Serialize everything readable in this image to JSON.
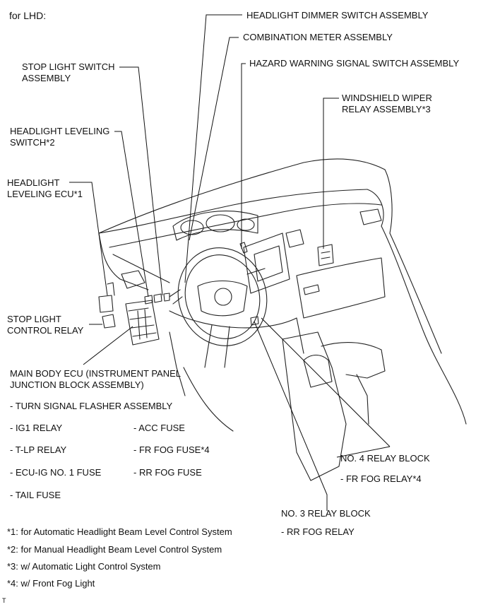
{
  "header": {
    "variant": "for LHD:"
  },
  "callouts": {
    "headlight_dimmer": "HEADLIGHT DIMMER SWITCH ASSEMBLY",
    "combination_meter": "COMBINATION METER ASSEMBLY",
    "hazard_switch": "HAZARD WARNING SIGNAL SWITCH ASSEMBLY",
    "stop_light_switch_1": "STOP LIGHT SWITCH",
    "stop_light_switch_2": "ASSEMBLY",
    "wiper_relay_1": "WINDSHIELD WIPER",
    "wiper_relay_2": "RELAY ASSEMBLY*3",
    "leveling_switch_1": "HEADLIGHT LEVELING",
    "leveling_switch_2": "SWITCH*2",
    "leveling_ecu_1": "HEADLIGHT",
    "leveling_ecu_2": "LEVELING ECU*1",
    "stop_light_relay_1": "STOP LIGHT",
    "stop_light_relay_2": "CONTROL RELAY",
    "main_body_ecu_1": "MAIN BODY ECU (INSTRUMENT PANEL",
    "main_body_ecu_2": "JUNCTION BLOCK ASSEMBLY)",
    "no4_relay_block": "NO. 4 RELAY BLOCK",
    "no3_relay_block": "NO. 3 RELAY BLOCK"
  },
  "main_body_items": {
    "turn_signal": "- TURN SIGNAL FLASHER ASSEMBLY",
    "ig1_relay": "- IG1 RELAY",
    "acc_fuse": "- ACC FUSE",
    "tlp_relay": "- T-LP RELAY",
    "fr_fog_fuse": "- FR FOG FUSE*4",
    "ecu_ig_fuse": "- ECU-IG NO. 1 FUSE",
    "rr_fog_fuse": "- RR FOG FUSE",
    "tail_fuse": "- TAIL FUSE"
  },
  "relay_items": {
    "fr_fog_relay": "- FR FOG RELAY*4",
    "rr_fog_relay": "- RR FOG RELAY"
  },
  "footnotes": [
    "*1: for Automatic Headlight Beam Level Control System",
    "*2: for Manual Headlight Beam Level Control System",
    "*3: w/ Automatic Light Control System",
    "*4: w/ Front Fog Light"
  ],
  "corner_mark": "T"
}
